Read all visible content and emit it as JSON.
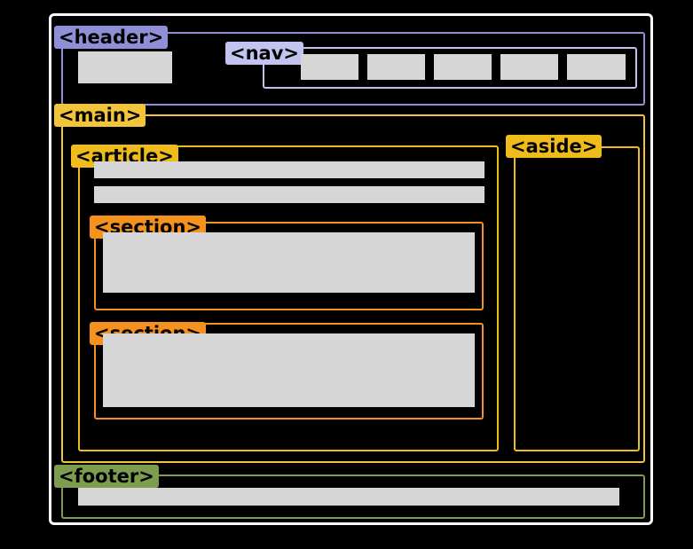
{
  "tags": {
    "header": "<header>",
    "nav": "<nav>",
    "main": "<main>",
    "article": "<article>",
    "aside": "<aside>",
    "section_1": "<section>",
    "section_2": "<section>",
    "footer": "<footer>"
  },
  "colors": {
    "outer_frame": "#ffffff",
    "header": "#8f8fd8",
    "nav": "#c3c3ef",
    "main": "#f2c43a",
    "article": "#f0bc1c",
    "aside": "#f0bc1c",
    "section": "#f5921e",
    "footer": "#7d9c4e",
    "placeholder": "#d6d6d6"
  }
}
